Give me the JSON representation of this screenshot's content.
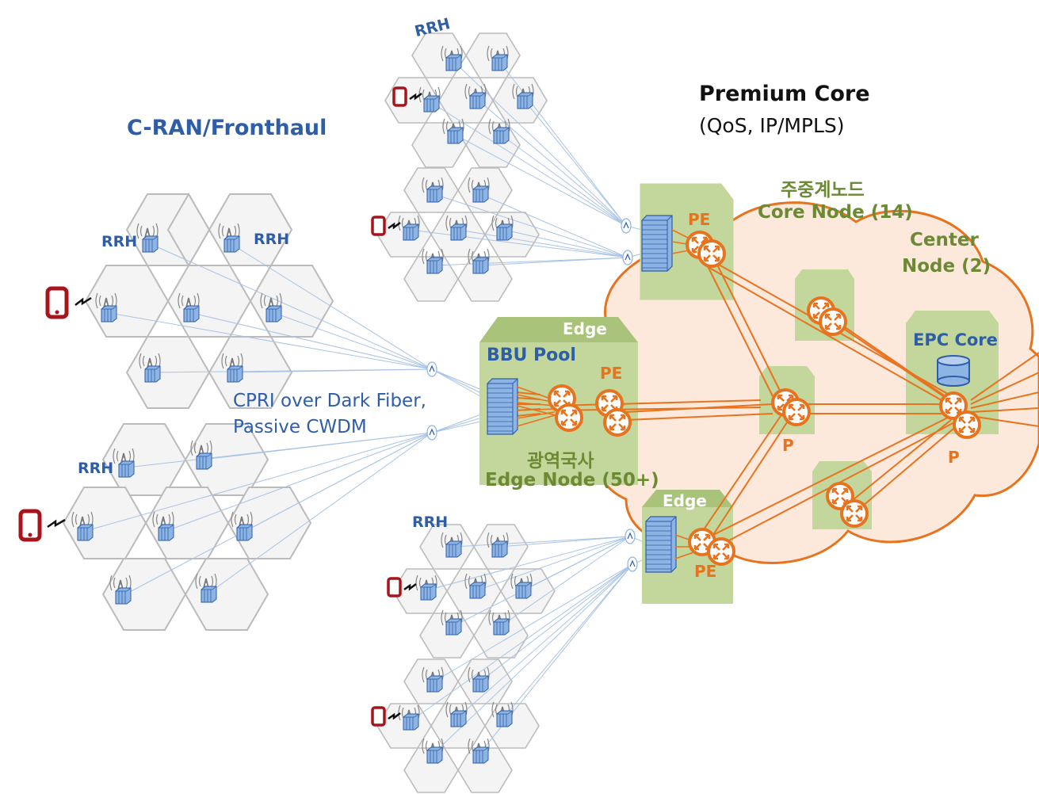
{
  "title_left": "C-RAN/Fronthaul",
  "title_right": "Premium Core",
  "subtitle_right": "(QoS, IP/MPLS)",
  "rrh_label": "RRH",
  "cpri_line1": "CPRI over Dark Fiber,",
  "cpri_line2": "Passive CWDM",
  "core_node_korean": "주중계노드",
  "core_node": "Core Node (14)",
  "center_node_line1": "Center",
  "center_node_line2": "Node (2)",
  "edge_label": "Edge",
  "bbu_pool": "BBU Pool",
  "pe_label": "PE",
  "p_label": "P",
  "edge_node_korean": "광역국사",
  "edge_node": "Edge Node (50+)",
  "epc_core": "EPC Core",
  "colors": {
    "accent_blue": "#2f5ea8",
    "green_box": "#c3d69b",
    "orange": "#e8731f",
    "cloud_fill": "#fde8dc",
    "phone_red": "#a8141c"
  },
  "icons": [
    "tower-icon",
    "rrh-unit-icon",
    "phone-icon",
    "router-icon",
    "bbu-server-icon",
    "database-icon",
    "fiber-mux-icon"
  ]
}
